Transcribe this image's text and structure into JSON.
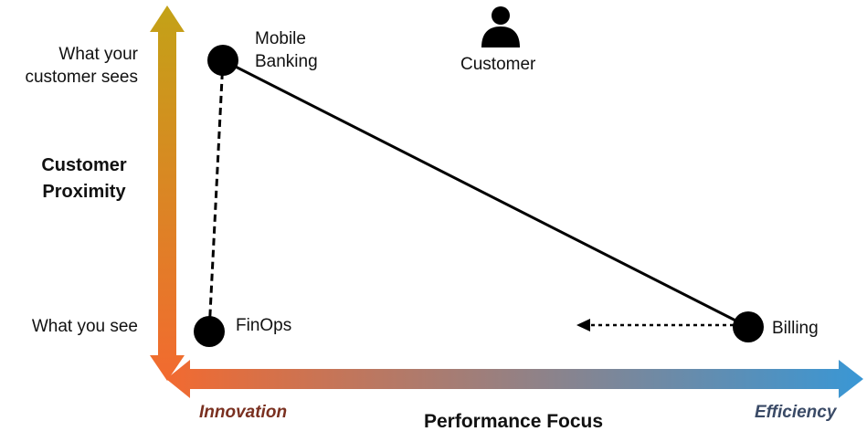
{
  "colors": {
    "axis_top": "#C3A217",
    "axis_corner": "#F26A30",
    "axis_right": "#3997D5",
    "innovation_text": "#7A3020",
    "efficiency_text": "#3A4A66",
    "line": "#000000",
    "node": "#000000"
  },
  "y_axis": {
    "title": "Customer\nProximity",
    "top_label": "What your\ncustomer sees",
    "bottom_label": "What you see"
  },
  "x_axis": {
    "title": "Performance Focus",
    "left_label": "Innovation",
    "right_label": "Efficiency"
  },
  "customer": {
    "label": "Customer",
    "icon": "person-icon"
  },
  "nodes": [
    {
      "id": "mobile-banking",
      "label": "Mobile\nBanking"
    },
    {
      "id": "finops",
      "label": "FinOps"
    },
    {
      "id": "billing",
      "label": "Billing"
    }
  ],
  "connections": [
    {
      "from": "mobile-banking",
      "to": "billing",
      "style": "solid"
    },
    {
      "from": "mobile-banking",
      "to": "finops",
      "style": "dashed"
    }
  ],
  "movement_arrow": {
    "from": "billing",
    "direction": "left",
    "style": "dotted"
  }
}
